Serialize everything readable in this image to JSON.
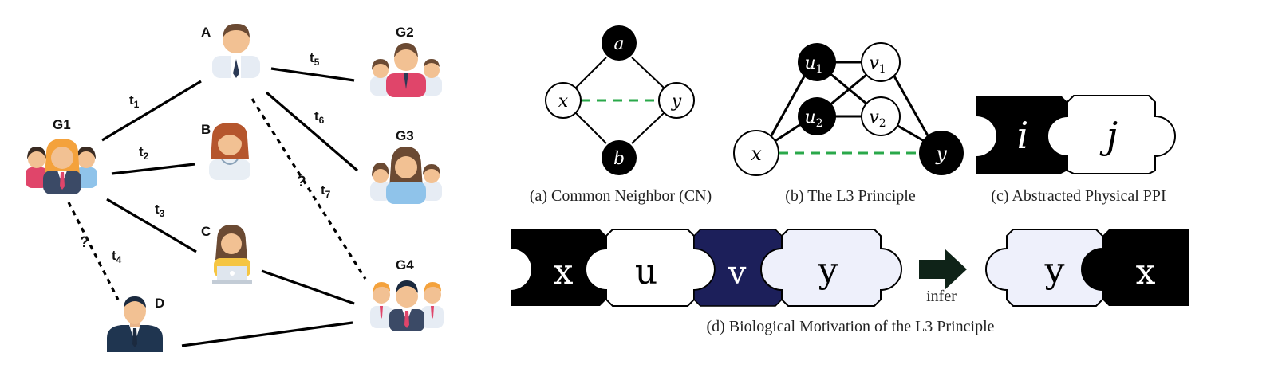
{
  "left_graph": {
    "nodes": [
      {
        "id": "A",
        "label": "A"
      },
      {
        "id": "B",
        "label": "B"
      },
      {
        "id": "C",
        "label": "C"
      },
      {
        "id": "D",
        "label": "D"
      },
      {
        "id": "G1",
        "label": "G1"
      },
      {
        "id": "G2",
        "label": "G2"
      },
      {
        "id": "G3",
        "label": "G3"
      },
      {
        "id": "G4",
        "label": "G4"
      }
    ],
    "edges": [
      {
        "from": "G1",
        "to": "A",
        "label_main": "t",
        "label_sub": "1",
        "dashed": false
      },
      {
        "from": "G1",
        "to": "B",
        "label_main": "t",
        "label_sub": "2",
        "dashed": false
      },
      {
        "from": "G1",
        "to": "C",
        "label_main": "t",
        "label_sub": "3",
        "dashed": false
      },
      {
        "from": "G1",
        "to": "D",
        "label_main": "t",
        "label_sub": "4",
        "dashed": true,
        "query": "?"
      },
      {
        "from": "A",
        "to": "G2",
        "label_main": "t",
        "label_sub": "5",
        "dashed": false
      },
      {
        "from": "A",
        "to": "G3",
        "label_main": "t",
        "label_sub": "6",
        "dashed": false
      },
      {
        "from": "A",
        "to": "G4",
        "label_main": "t",
        "label_sub": "7",
        "dashed": true,
        "query": "?"
      },
      {
        "from": "C",
        "to": "G4",
        "dashed": false
      },
      {
        "from": "D",
        "to": "G4",
        "dashed": false
      }
    ]
  },
  "panel_a": {
    "nodes": {
      "a": "a",
      "b": "b",
      "x": "x",
      "y": "y"
    },
    "caption": "(a) Common Neighbor (CN)"
  },
  "panel_b": {
    "nodes": {
      "u1_main": "u",
      "u1_sub": "1",
      "u2_main": "u",
      "u2_sub": "2",
      "v1_main": "v",
      "v1_sub": "1",
      "v2_main": "v",
      "v2_sub": "2",
      "x": "x",
      "y": "y"
    },
    "caption": "(b) The L3 Principle"
  },
  "panel_c": {
    "pieces": {
      "left": "i",
      "right": "j"
    },
    "caption": "(c) Abstracted Physical PPI"
  },
  "panel_d": {
    "pieces": {
      "p1": "x",
      "p2": "u",
      "p3": "v",
      "p4": "y",
      "r1": "y",
      "r2": "x"
    },
    "arrow_label": "infer",
    "caption": "(d) Biological Motivation of the L3 Principle"
  },
  "colors": {
    "link_dashed_green": "#2aa84a",
    "puzzle_black": "#000000",
    "puzzle_white": "#ffffff",
    "puzzle_navy": "#1c1f5a",
    "puzzle_lavender": "#eef0fb",
    "arrow": "#0f2318",
    "skin": "#f2c193",
    "hair_brown": "#6b4a33",
    "hair_orange": "#f4a23c",
    "shirt_red": "#e0456a",
    "shirt_blue": "#8fc3ea"
  }
}
